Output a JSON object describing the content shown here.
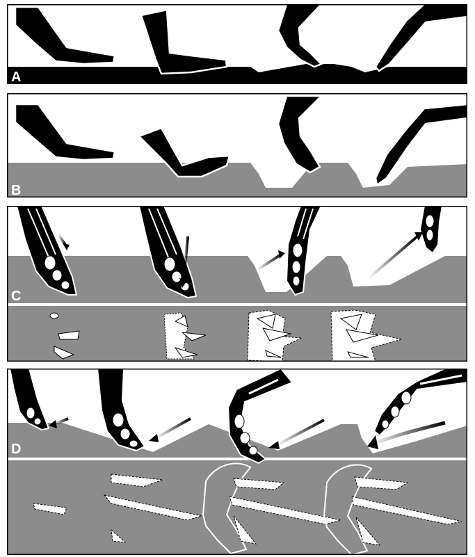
{
  "panels": [
    {
      "label": "A",
      "ground": "firm"
    },
    {
      "label": "B",
      "ground": "soft"
    },
    {
      "label": "C",
      "ground": "soft"
    },
    {
      "label": "D",
      "ground": "soft"
    }
  ],
  "colors": {
    "background": "#ffffff",
    "foot": "#000000",
    "outline": "#ffffff",
    "substrate": "#8c8c8c",
    "frame": "#000000",
    "arrow": "#000000"
  }
}
